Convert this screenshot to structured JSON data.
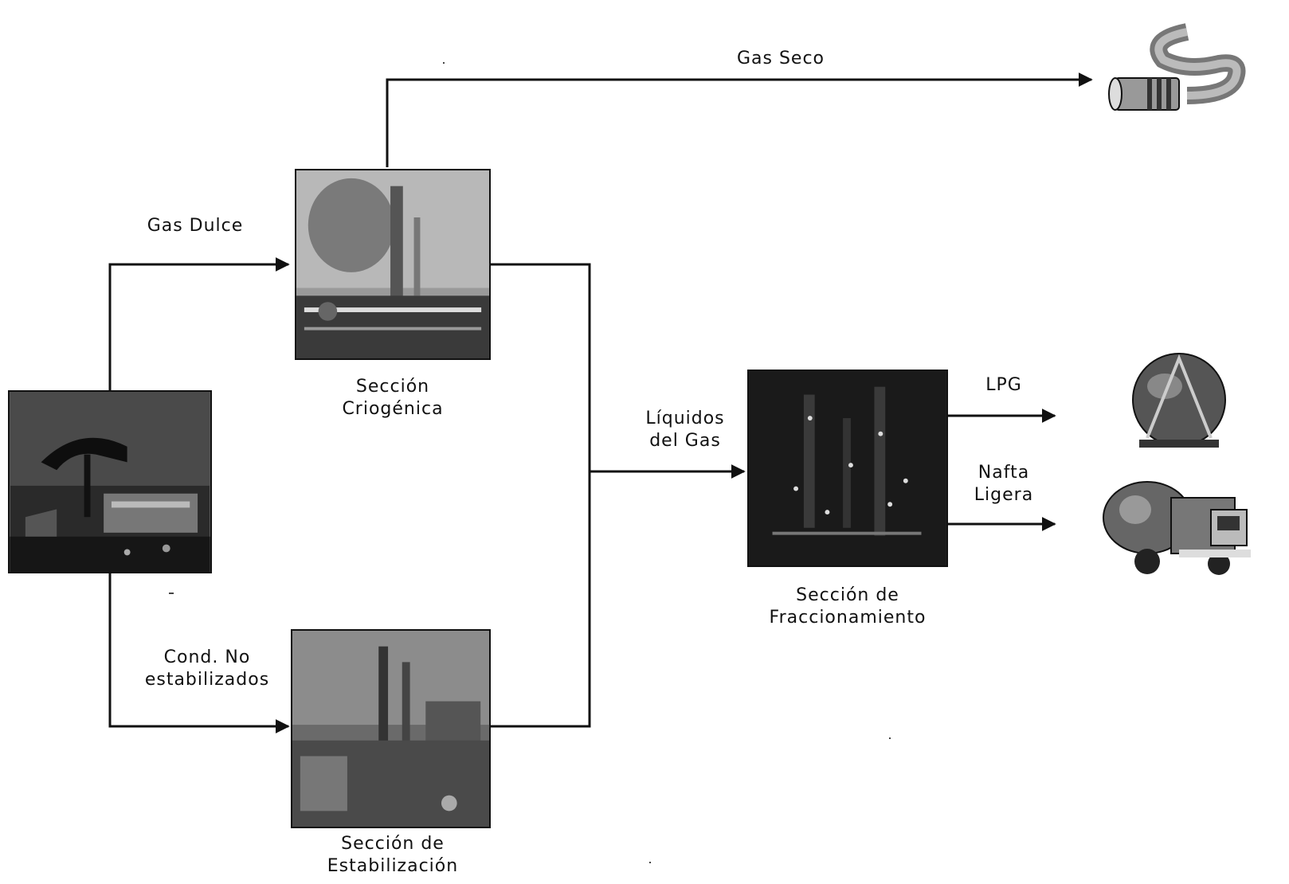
{
  "nodes": {
    "oil_field": {
      "icon": "oil-pump-icon"
    },
    "cryogenic": {
      "line1": "Sección",
      "line2": "Criogénica",
      "icon": "cryogenic-plant-icon"
    },
    "stabilization": {
      "line1": "Sección de",
      "line2": "Estabilización",
      "icon": "stabilization-plant-icon"
    },
    "fractionation": {
      "line1": "Sección de",
      "line2": "Fraccionamiento",
      "icon": "fractionation-plant-icon"
    },
    "pipeline": {
      "icon": "gas-pipeline-icon"
    },
    "sphere_tank": {
      "icon": "lpg-sphere-tank-icon"
    },
    "tanker_truck": {
      "icon": "tanker-truck-icon"
    }
  },
  "flows": {
    "gas_seco": "Gas Seco",
    "gas_dulce": "Gas Dulce",
    "cond_line1": "Cond. No",
    "cond_line2": "estabilizados",
    "liquidos_line1": "Líquidos",
    "liquidos_line2": "del Gas",
    "lpg": "LPG",
    "nafta_line1": "Nafta",
    "nafta_line2": "Ligera"
  }
}
